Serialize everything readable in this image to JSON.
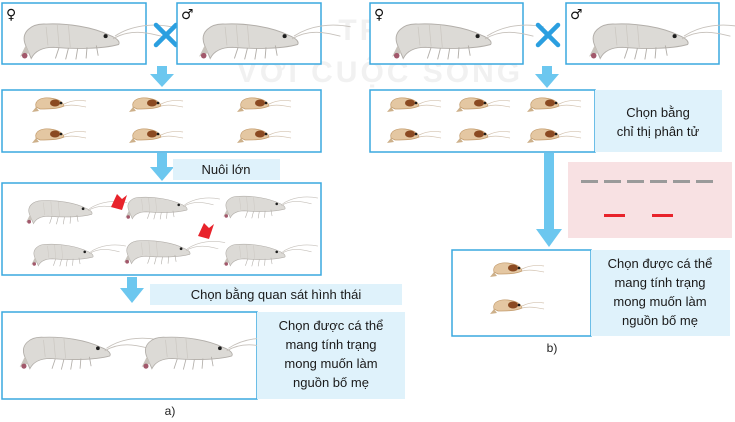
{
  "watermark": [
    "KẾT NỐI TRI THỨC",
    "VỚI CUỘC SỐNG"
  ],
  "symbols": {
    "female": "♀",
    "male": "♂",
    "cross": "×"
  },
  "colors": {
    "border": "#3aa8df",
    "arrow": "#6cc7ef",
    "cross": "#2b9fe0",
    "label_fill": "#dff2fb",
    "gel_fill": "#f8e1e3",
    "gel_grey": "#9a9a9a",
    "gel_red": "#e8232b",
    "marker": "#e8232b"
  },
  "panel_a": {
    "step_grow": "Nuôi lớn",
    "step_select": "Chọn bằng quan sát hình thái",
    "result_lines": [
      "Chọn được cá thể",
      "mang tính trạng",
      "mong muốn làm",
      "nguồn bố mẹ"
    ],
    "caption": "a)"
  },
  "panel_b": {
    "select_lines": [
      "Chọn bằng",
      "chỉ thị phân tử"
    ],
    "result_lines": [
      "Chọn được cá thể",
      "mang tính trạng",
      "mong muốn làm",
      "nguồn bố mẹ"
    ],
    "caption": "b)"
  }
}
